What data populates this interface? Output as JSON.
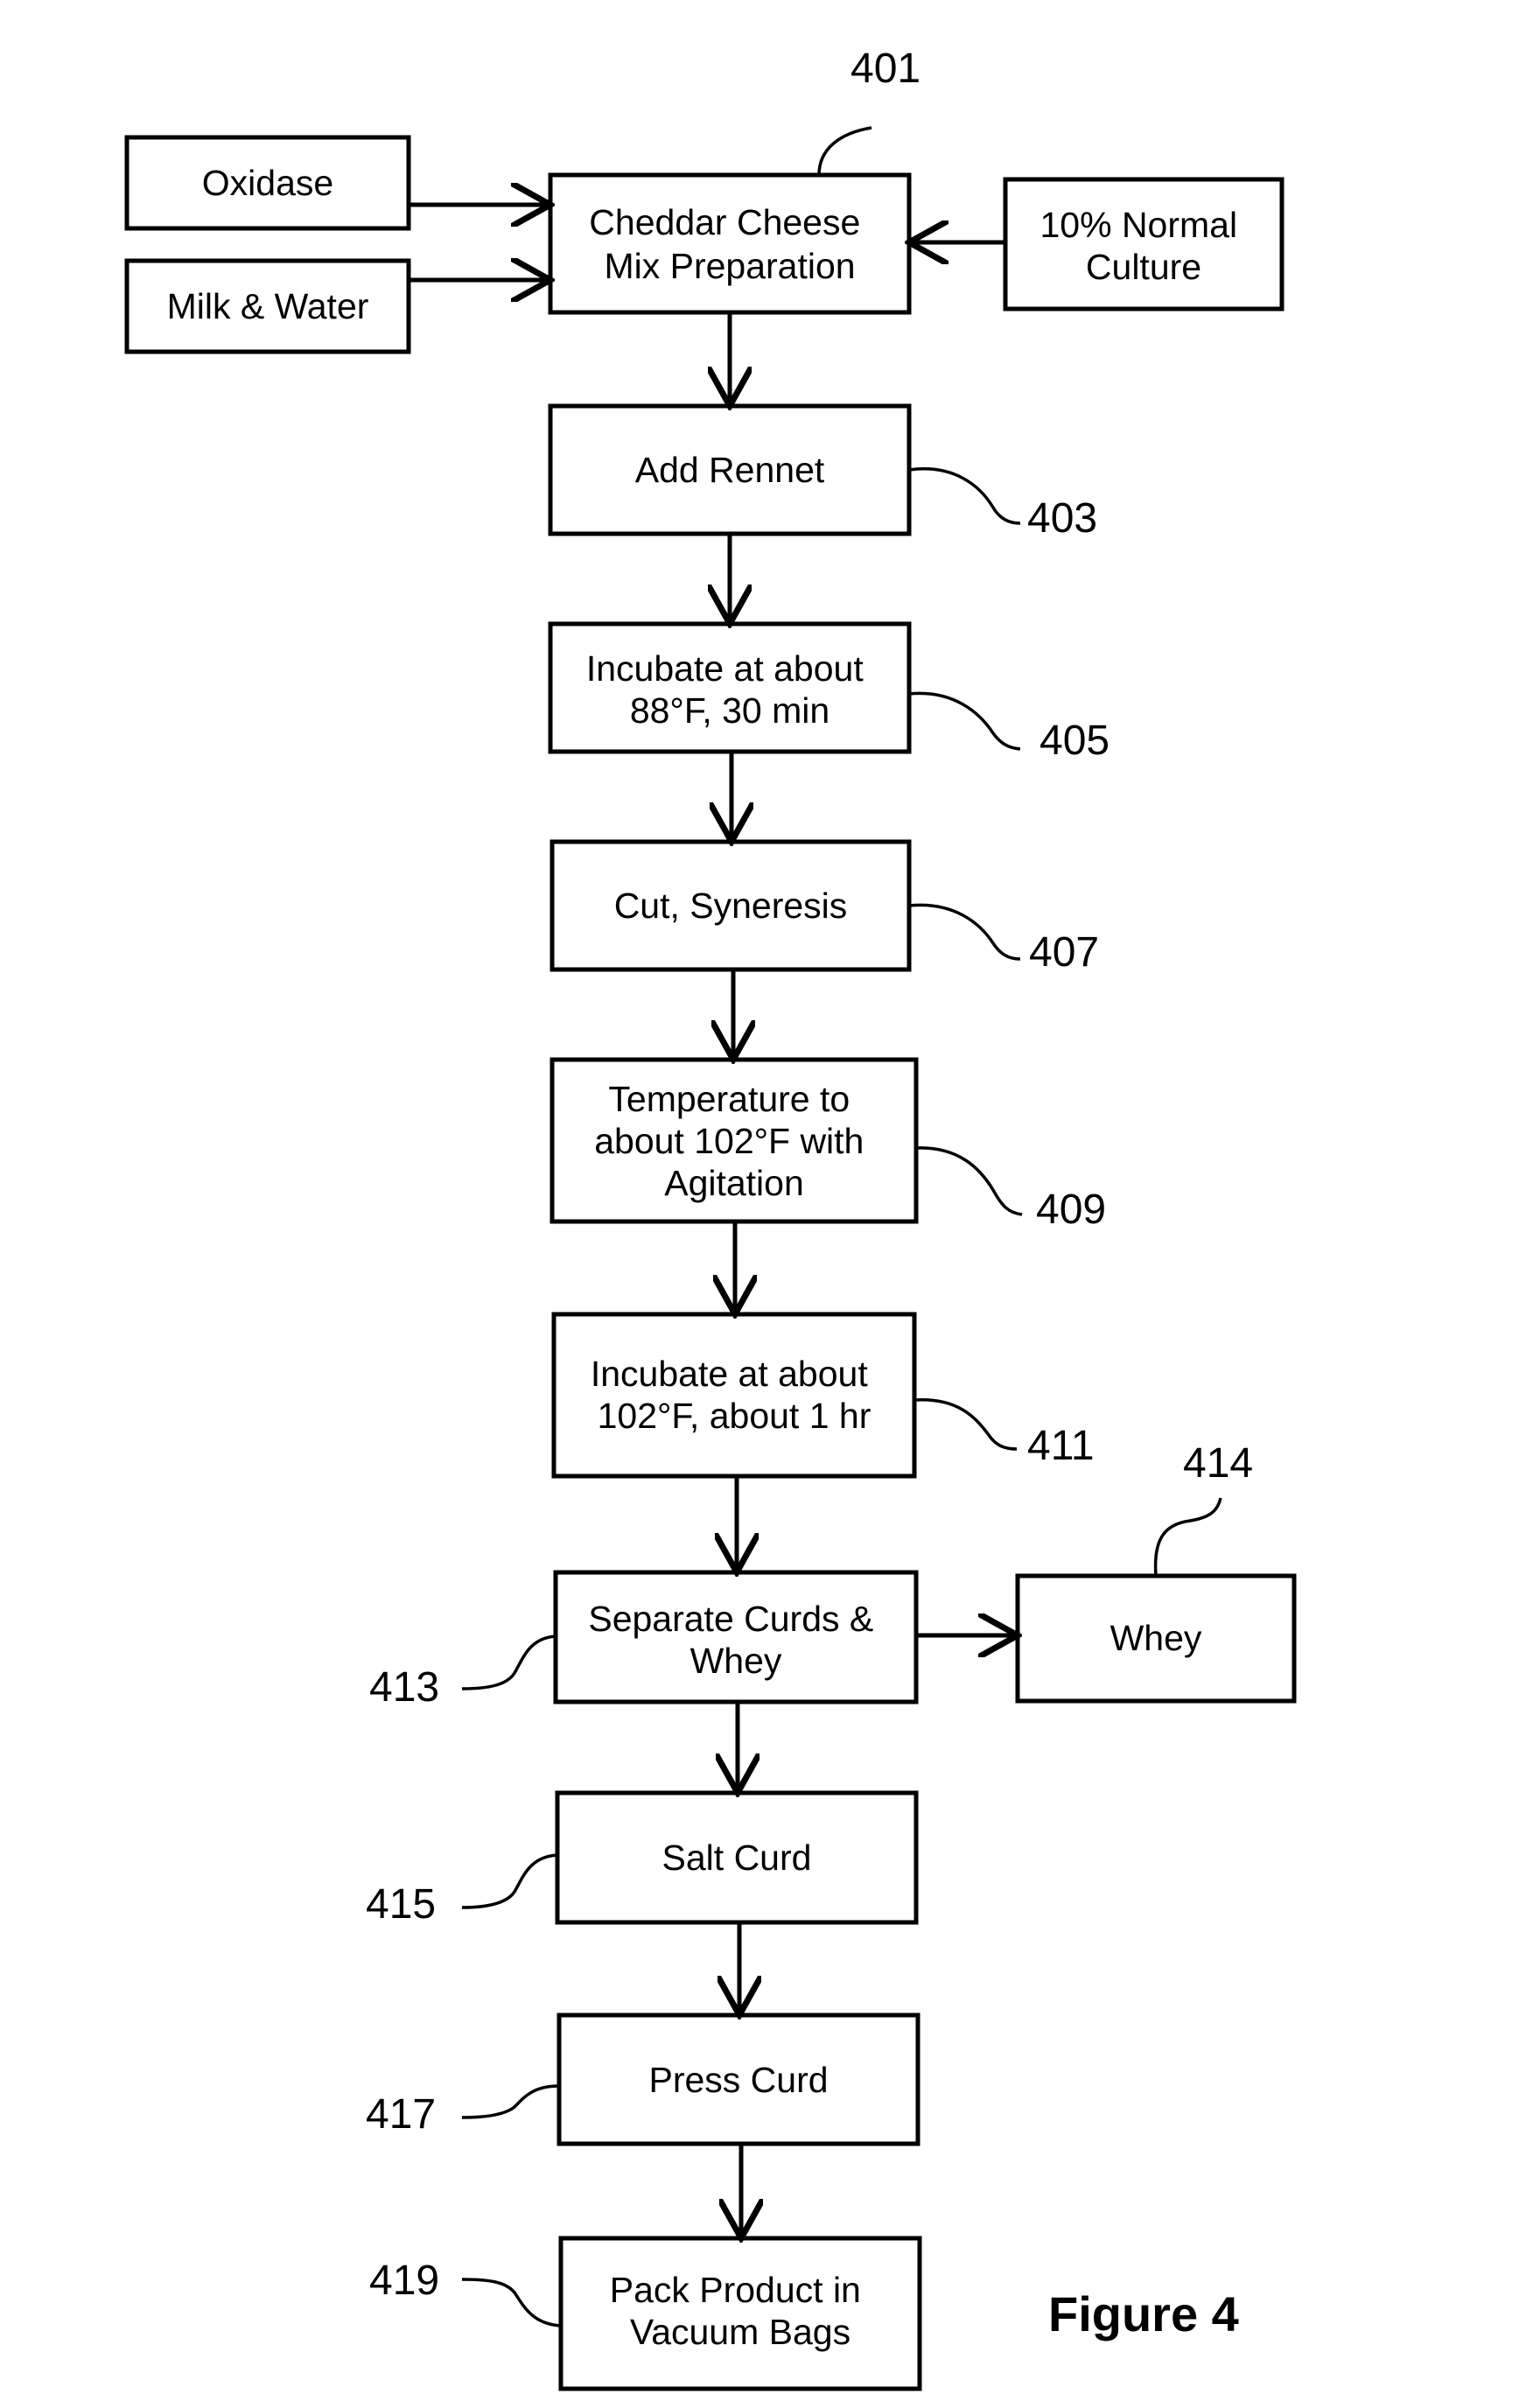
{
  "boxes": {
    "oxidase": "Oxidase",
    "milk_water": "Milk & Water",
    "mix_prep": [
      "Cheddar Cheese",
      "Mix Preparation"
    ],
    "culture": [
      "10% Normal",
      "Culture"
    ],
    "add_rennet": "Add Rennet",
    "incubate_88": [
      "Incubate at about",
      "88°F, 30 min"
    ],
    "cut_syneresis": "Cut, Syneresis",
    "temperature": [
      "Temperature to",
      "about 102°F with",
      "Agitation"
    ],
    "incubate_102": [
      "Incubate at about",
      "102°F, about 1 hr"
    ],
    "separate": [
      "Separate Curds &",
      "Whey"
    ],
    "whey": "Whey",
    "salt_curd": "Salt Curd",
    "press_curd": "Press Curd",
    "pack": [
      "Pack Product  in",
      "Vacuum Bags"
    ]
  },
  "refs": {
    "r401": "401",
    "r403": "403",
    "r405": "405",
    "r407": "407",
    "r409": "409",
    "r411": "411",
    "r413": "413",
    "r414": "414",
    "r415": "415",
    "r417": "417",
    "r419": "419"
  },
  "figure_label": "Figure 4"
}
